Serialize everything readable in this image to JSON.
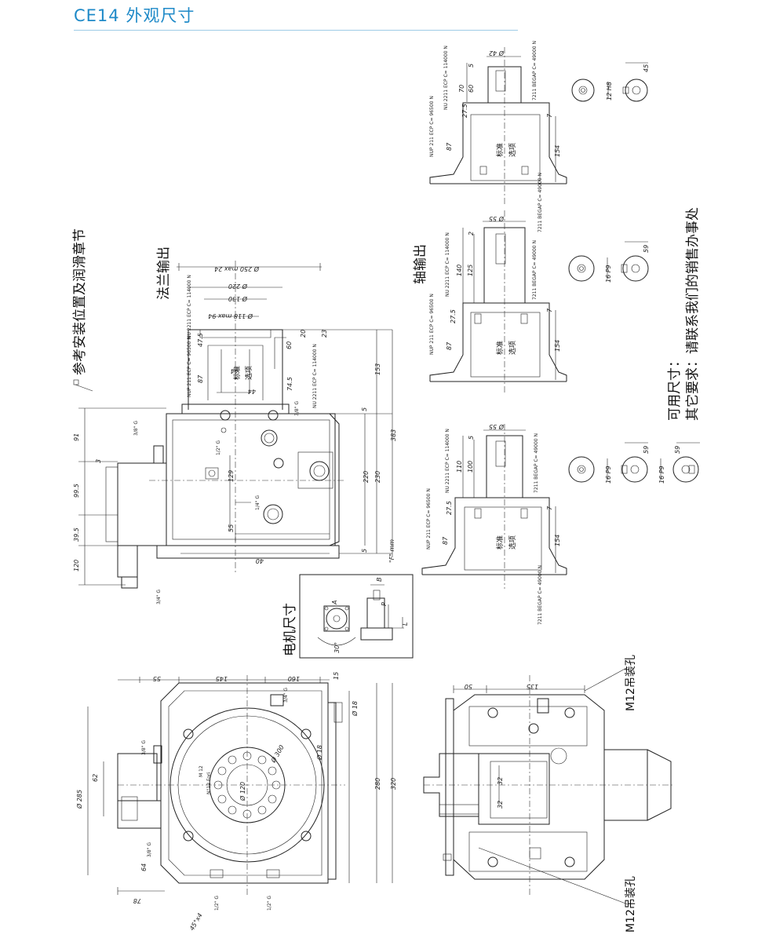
{
  "header": {
    "title": "CE14 外观尺寸"
  },
  "labels": {
    "install_ref": "参考安装位置及润滑章节",
    "flange_output": "法兰输出",
    "shaft_output": "轴输出",
    "motor_size": "电机尺寸",
    "available_size": "可用尺寸：",
    "other_req": "其它要求：请联系我们的销售办事处",
    "m12_hole_top": "M12吊装孔",
    "m12_hole_bottom": "M12吊装孔",
    "standard": "标准",
    "option": "选项",
    "standard2": "标准",
    "option2": "选项",
    "standard3": "标准",
    "option3": "选项",
    "standard4": "标准",
    "option4": "选项"
  },
  "dims_flange": {
    "d250": "Ø 250 max 24",
    "d220": "Ø 220",
    "d130": "Ø 130",
    "d118": "Ø 118 max 94",
    "d44a": "44",
    "d44b": "44",
    "d47_5": "47.5",
    "d60": "60",
    "d20": "20",
    "d23": "23",
    "d74_5": "74.5",
    "d87": "87",
    "d153": "153",
    "d383": "383",
    "d220b": "220",
    "d230": "230",
    "d5a": "5",
    "d5b": "5",
    "d129": "129",
    "d55": "55",
    "d40": "40",
    "d91": "91",
    "d99_5": "99.5",
    "d39_5": "39.5",
    "d120": "120",
    "d3": "3",
    "nu2211": "NU 2211 ECP C= 114000 N",
    "nup2211": "NUP 211 ECP C= 96500 N",
    "nu2211b": "NU 2211 ECP C= 114000 N",
    "mm": "\"F\" mm",
    "g34": "3/4\" G",
    "g38": "3/8\" G",
    "g12": "1/2\" G",
    "g14": "1/4\" G",
    "g38b": "3/8\" G"
  },
  "dims_shaft1": {
    "d42": "Ø 42",
    "d5": "5",
    "d70": "70",
    "d60": "60",
    "d27_5": "27.5",
    "d87": "87",
    "d7": "7",
    "d154": "154",
    "d12h8": "12 H8",
    "d45": "45",
    "b1": "NU 2211 ECP C= 114000 N",
    "b2": "NUP 211 ECP C= 96500 N",
    "b3": "7211 BEGAP C= 49000 N"
  },
  "dims_shaft2": {
    "d55": "Ø 55",
    "d2": "2",
    "d140": "140",
    "d125": "125",
    "d27_5": "27.5",
    "d87": "87",
    "d7": "7",
    "d154": "154",
    "d16p9": "16 P9",
    "d59": "59",
    "b1": "NU 2211 ECP C= 114000 N",
    "b2": "NUP 211 ECP C= 96500 N",
    "b3": "7211 BEGAP C= 49000 N",
    "b4": "7211 BEGAP C= 49000 N"
  },
  "dims_shaft3": {
    "d55": "Ø 55",
    "d5": "5",
    "d110": "110",
    "d100": "100",
    "d27_5": "27.5",
    "d87": "87",
    "d7": "7",
    "d154": "154",
    "d16p9": "16 P9",
    "d59": "59",
    "d16p9b": "16 P9",
    "d59b": "59",
    "b1": "NU 2211 ECP C= 114000 N",
    "b2": "NUP 211 ECP C= 96500 N",
    "b3": "7211 BEGAP C= 49000 N",
    "b4": "7211 BEGAP C= 49000 N"
  },
  "dims_top": {
    "d55": "55",
    "d145": "145",
    "d160": "160",
    "d15": "15",
    "d18a": "Ø 18",
    "d18b": "Ø 18",
    "d300": "Ø 300",
    "d280": "280",
    "d320": "320",
    "d285": "Ø 285",
    "d62": "62",
    "d64": "64",
    "d78": "78",
    "d45x4": "45°x4",
    "m12": "M 12",
    "n12": "N°12 Fori",
    "d120": "Ø 120",
    "g38": "3/8\" G",
    "g38b": "3/8\" G",
    "g12": "1/2\" G",
    "g12b": "1/2\" G",
    "g34": "3/4\" G"
  },
  "dims_motor": {
    "d30": "30°",
    "a": "A",
    "b": "B",
    "l": "L",
    "p": "P"
  },
  "dims_side": {
    "d50": "50",
    "d135": "135",
    "d32a": "32",
    "d32b": "32"
  }
}
